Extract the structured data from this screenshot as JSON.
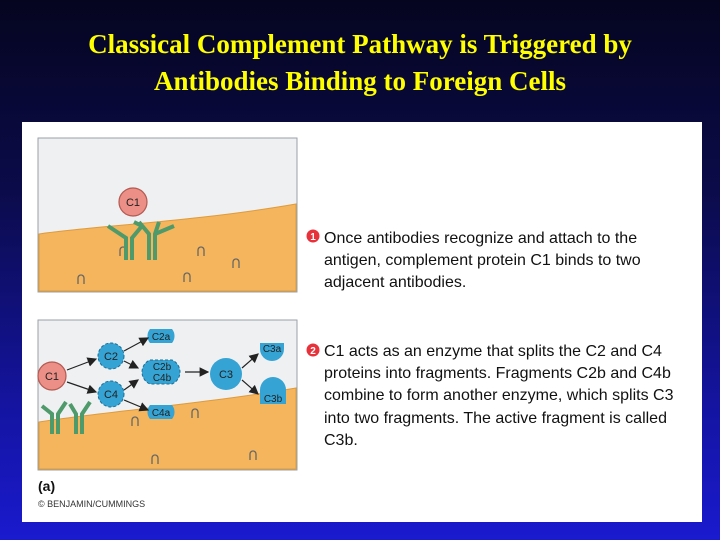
{
  "title": {
    "line1": "Classical Complement Pathway is Triggered by",
    "line2": "Antibodies Binding to Foreign Cells"
  },
  "figure": {
    "label": "(a)",
    "copyright": "© BENJAMIN/CUMMINGS",
    "colors": {
      "cell": "#f4b55c",
      "cell_edge": "#e09a3a",
      "panel_bg": "#eef0f2",
      "antibody": "#4e9a6a",
      "c1": "#ec8f86",
      "protein": "#35a3d4",
      "step_badge": "#e8323b"
    },
    "panel1": {
      "molecule_c1": "C1"
    },
    "panel2": {
      "c1": "C1",
      "c2": "C2",
      "c4": "C4",
      "c2a": "C2a",
      "c2b": "C2b",
      "c4b": "C4b",
      "c4a": "C4a",
      "c3": "C3",
      "c3a": "C3a",
      "c3b": "C3b"
    }
  },
  "steps": [
    {
      "number": "1",
      "text": "Once antibodies recognize and attach to the antigen, complement protein C1 binds to two adjacent antibodies."
    },
    {
      "number": "2",
      "text": "C1 acts as an enzyme that splits the C2 and C4 proteins into fragments. Fragments C2b and C4b combine to form another enzyme, which splits C3 into two fragments. The active fragment is called C3b."
    }
  ]
}
